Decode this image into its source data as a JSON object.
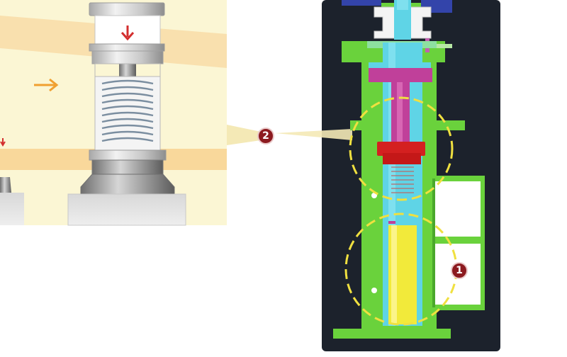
{
  "callouts": [
    {
      "id": "callout-1",
      "label": "1"
    },
    {
      "id": "callout-2",
      "label": "2"
    }
  ],
  "colors": {
    "zoom_panel_bg": "#fbf6d4",
    "band": "#f8deaa",
    "cabinet_bg": "#1c222c",
    "body_green": "#6ad23c",
    "shaft_cyan": "#5fd4e6",
    "piston_magenta": "#c0409a",
    "nut_red": "#d42020",
    "rod_yellow": "#f2ea3a",
    "dashed_circle": "#f0e040",
    "badge": "#8c1a1f",
    "arrow_red": "#d32f2f",
    "arrow_orange": "#f0a030"
  },
  "icons": [
    "arrow-down-icon",
    "arrow-right-icon",
    "spring-icon"
  ]
}
